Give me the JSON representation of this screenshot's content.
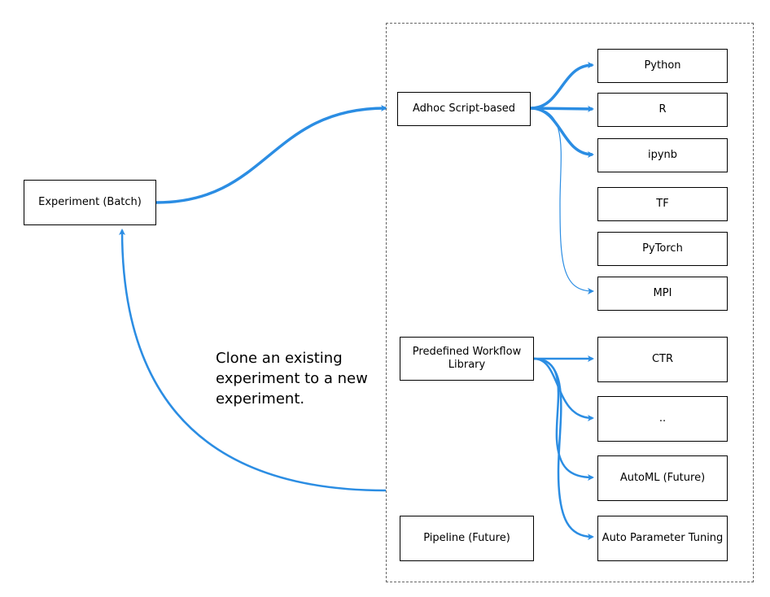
{
  "nodes": {
    "experiment": "Experiment (Batch)",
    "adhoc": "Adhoc Script-based",
    "predefined": "Predefined Workflow Library",
    "pipeline": "Pipeline (Future)",
    "python": "Python",
    "r": "R",
    "ipynb": "ipynb",
    "tf": "TF",
    "pytorch": "PyTorch",
    "mpi": "MPI",
    "ctr": "CTR",
    "dots": "..",
    "automl": "AutoML (Future)",
    "autoparam": "Auto Parameter Tuning"
  },
  "note": {
    "line1": "Clone an existing",
    "line2": "experiment to a new",
    "line3": "experiment."
  },
  "colors": {
    "arrow": "#2b8de3",
    "border": "#000000",
    "container_border": "#666666"
  }
}
